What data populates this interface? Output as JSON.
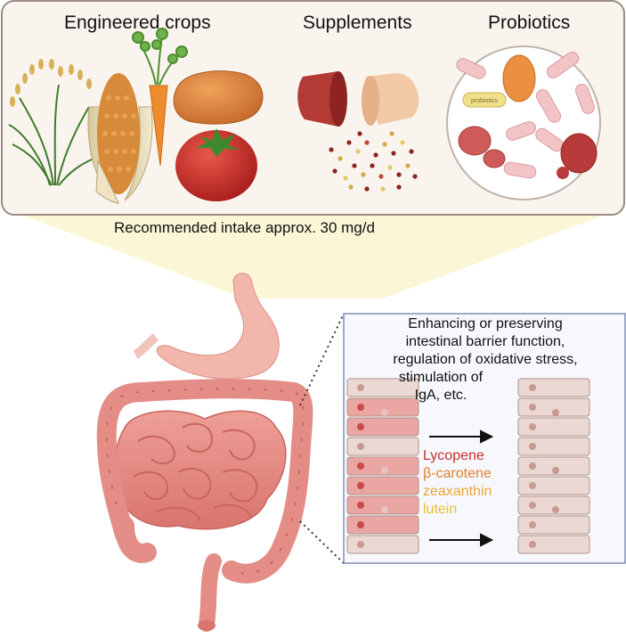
{
  "headers": {
    "crops": "Engineered crops",
    "supplements": "Supplements",
    "probiotics": "Probiotics"
  },
  "intake_text": "Recommended intake approx. 30 mg/d",
  "effects": [
    "Enhancing or preserving",
    "intestinal barrier function,",
    "regulation of oxidative stress,",
    "stimulation of",
    "IgA, etc."
  ],
  "carotenoids": [
    {
      "name": "Lycopene",
      "color": "#c8302c"
    },
    {
      "name": "β-carotene",
      "color": "#e2812c"
    },
    {
      "name": "zeaxanthin",
      "color": "#eea63a"
    },
    {
      "name": "lutein",
      "color": "#eec22a"
    }
  ],
  "probiotic_capsule_text": "probiotics",
  "colors": {
    "panel_bg": "#faf4ee",
    "panel_border": "#9b8e84",
    "beam": "#fbf6d6",
    "gut": "#e48d87",
    "gut_dark": "#c9655f",
    "stomach": "#f2b6ad",
    "box_border": "#7e8fb6"
  }
}
